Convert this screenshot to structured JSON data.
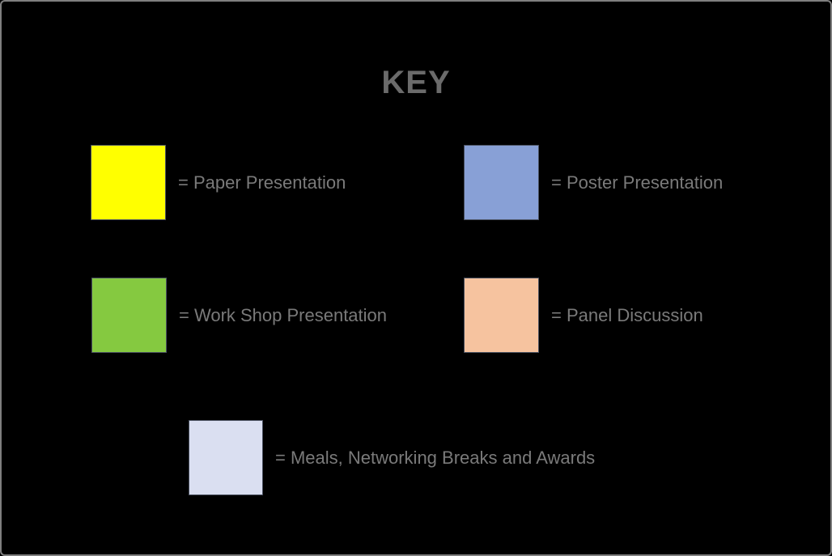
{
  "title": "KEY",
  "legend": {
    "items": [
      {
        "name": "paper-presentation",
        "color": "#FFFF00",
        "label": "= Paper Presentation"
      },
      {
        "name": "poster-presentation",
        "color": "#88A0D6",
        "label": "= Poster Presentation"
      },
      {
        "name": "workshop-presentation",
        "color": "#85C940",
        "label": "= Work Shop Presentation"
      },
      {
        "name": "panel-discussion",
        "color": "#F6C39F",
        "label": "= Panel Discussion"
      },
      {
        "name": "meals-networking-breaks-awards",
        "color": "#DADFF1",
        "label": "= Meals, Networking Breaks and Awards"
      }
    ]
  },
  "colors": {
    "background": "#000000",
    "outer_border": "#7f7f7f",
    "swatch_border": "#4a5160",
    "title_text": "#6b6b6b",
    "label_text": "#7a7a7a"
  }
}
